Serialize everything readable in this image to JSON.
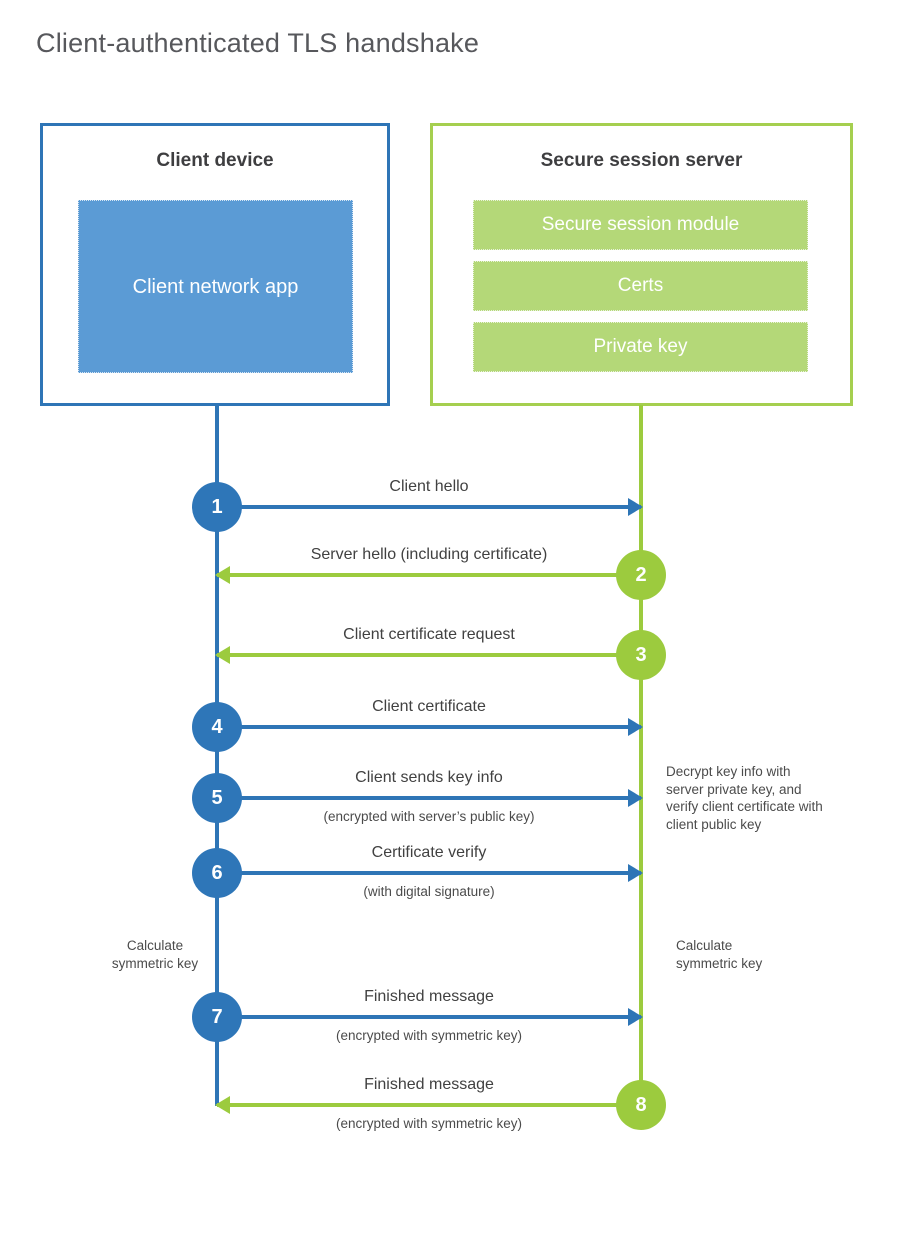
{
  "title": "Client-authenticated TLS handshake",
  "colors": {
    "client_blue": "#2e75b6",
    "client_fill_blue": "#5b9bd5",
    "server_green_border": "#a5cf4f",
    "server_fill_green": "#b4d878",
    "arrow_green": "#9ccb3e",
    "text_dark": "#414141",
    "title_gray": "#57585c"
  },
  "client": {
    "title": "Client device",
    "app_label": "Client network app"
  },
  "server": {
    "title": "Secure session server",
    "modules": [
      "Secure session module",
      "Certs",
      "Private key"
    ]
  },
  "messages": [
    {
      "num": "1",
      "label": "Client hello",
      "direction": "right",
      "color": "blue"
    },
    {
      "num": "2",
      "label": "Server hello (including certificate)",
      "direction": "left",
      "color": "green"
    },
    {
      "num": "3",
      "label": "Client certificate request",
      "direction": "left",
      "color": "green"
    },
    {
      "num": "4",
      "label": "Client certificate",
      "direction": "right",
      "color": "blue"
    },
    {
      "num": "5",
      "label": "Client sends key info",
      "sub": "(encrypted with server’s public key)",
      "direction": "right",
      "color": "blue"
    },
    {
      "num": "6",
      "label": "Certificate verify",
      "sub": "(with digital signature)",
      "direction": "right",
      "color": "blue"
    },
    {
      "num": "7",
      "label": "Finished message",
      "sub": "(encrypted with symmetric key)",
      "direction": "right",
      "color": "blue"
    },
    {
      "num": "8",
      "label": "Finished message",
      "sub": "(encrypted with symmetric key)",
      "direction": "left",
      "color": "green"
    }
  ],
  "notes": {
    "decrypt": "Decrypt key info with server private key, and verify client certificate with client public key",
    "calc_left": "Calculate symmetric key",
    "calc_right": "Calculate symmetric key"
  }
}
